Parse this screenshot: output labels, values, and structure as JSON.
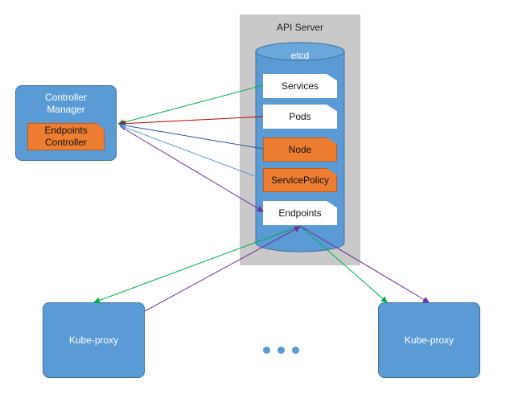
{
  "api_server": {
    "title": "API Server"
  },
  "etcd": {
    "title": "etcd",
    "items": [
      {
        "label": "Services",
        "style": "white"
      },
      {
        "label": "Pods",
        "style": "white"
      },
      {
        "label": "Node",
        "style": "orange"
      },
      {
        "label": "ServicePolicy",
        "style": "orange"
      },
      {
        "label": "Endpoints",
        "style": "white"
      }
    ]
  },
  "controller_manager": {
    "title_line1": "Controller",
    "title_line2": "Manager",
    "endpoints_controller_line1": "Endpoints",
    "endpoints_controller_line2": "Controller"
  },
  "kube_proxies": [
    {
      "label": "Kube-proxy"
    },
    {
      "label": "Kube-proxy"
    }
  ],
  "ellipsis_dots": 3,
  "colors": {
    "panel_gray": "#c9c9c9",
    "blue": "#5b9bd5",
    "blue_border": "#41719c",
    "orange": "#ed7d31",
    "arrow_green": "#00b050",
    "arrow_red": "#c00000",
    "arrow_navy": "#2f5597",
    "arrow_lightblue": "#5b9bd5",
    "arrow_purple": "#7030a0"
  },
  "connections": [
    {
      "from": "Services",
      "to": "Controller Manager",
      "color": "arrow_green"
    },
    {
      "from": "Pods",
      "to": "Controller Manager",
      "color": "arrow_red"
    },
    {
      "from": "Node",
      "to": "Controller Manager",
      "color": "arrow_navy"
    },
    {
      "from": "ServicePolicy",
      "to": "Controller Manager",
      "color": "arrow_lightblue"
    },
    {
      "from": "Controller Manager",
      "to": "Endpoints",
      "color": "arrow_purple"
    },
    {
      "from": "Endpoints",
      "to": "Kube-proxy",
      "color": "arrow_green"
    },
    {
      "from": "Kube-proxy",
      "to": "Endpoints",
      "color": "arrow_purple"
    },
    {
      "from": "Endpoints",
      "to": "Kube-proxy",
      "color": "arrow_green"
    },
    {
      "from": "Endpoints",
      "to": "Kube-proxy",
      "color": "arrow_purple"
    }
  ]
}
